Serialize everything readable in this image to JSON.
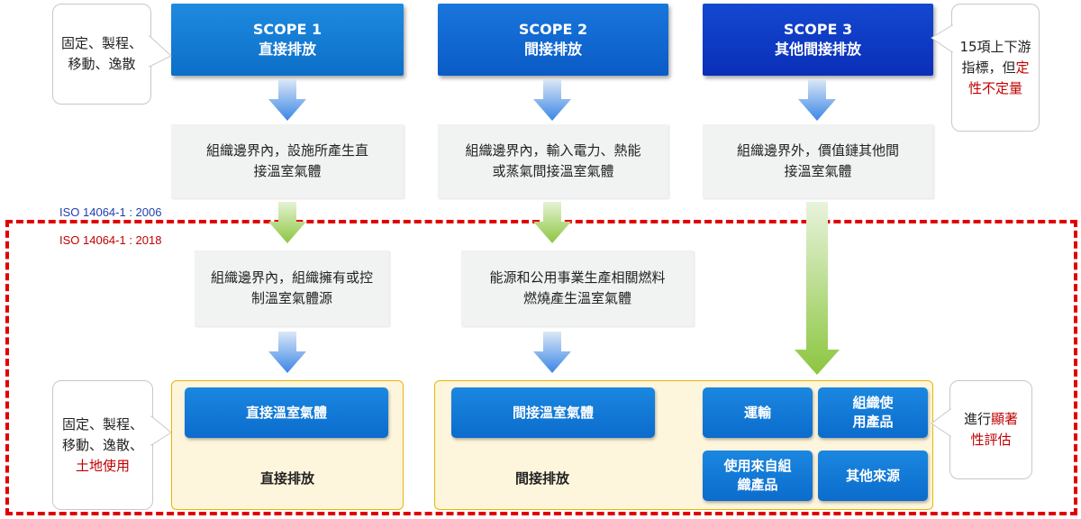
{
  "scopes": [
    {
      "title": "SCOPE 1",
      "subtitle": "直接排放"
    },
    {
      "title": "SCOPE 2",
      "subtitle": "間接排放"
    },
    {
      "title": "SCOPE 3",
      "subtitle": "其他間接排放"
    }
  ],
  "callouts": {
    "top_left_1": "固定、製程、",
    "top_left_2": "移動、逸散",
    "top_right_1": "15項上下游",
    "top_right_2a": "指標，但",
    "top_right_2b": "定",
    "top_right_3": "性不定量",
    "bottom_left_1": "固定、製程、",
    "bottom_left_2": "移動、逸散、",
    "bottom_left_3": "土地使用",
    "bottom_right_1a": "進行",
    "bottom_right_1b": "顯著",
    "bottom_right_2": "性評估"
  },
  "iso_2006": "ISO 14064-1 : 2006",
  "iso_2018": "ISO 14064-1 : 2018",
  "desc_2006": [
    {
      "line1": "組織邊界內，設施所產生直",
      "line2": "接溫室氣體"
    },
    {
      "line1": "組織邊界內，輸入電力、熱能",
      "line2": "或蒸氣間接溫室氣體"
    },
    {
      "line1": "組織邊界外，價值鏈其他間",
      "line2": "接溫室氣體"
    }
  ],
  "desc_2018": [
    {
      "line1": "組織邊界內，組織擁有或控",
      "line2": "制溫室氣體源"
    },
    {
      "line1": "能源和公用事業生產相關燃料",
      "line2": "燃燒產生溫室氣體"
    }
  ],
  "panel_direct": {
    "button": "直接溫室氣體",
    "label": "直接排放"
  },
  "panel_indirect": {
    "button": "間接溫室氣體",
    "label": "間接排放",
    "transport": "運輸",
    "use_products_1": "組織使",
    "use_products_2": "用產品",
    "from_org_1": "使用來自組",
    "from_org_2": "織產品",
    "other_sources": "其他來源"
  },
  "colors": {
    "red_dashed": "#e00000",
    "iso_2006": "#1f3fb0",
    "iso_2018": "#c00000",
    "arrow_blue": "#3a86e6",
    "arrow_green": "#8cc63f"
  }
}
